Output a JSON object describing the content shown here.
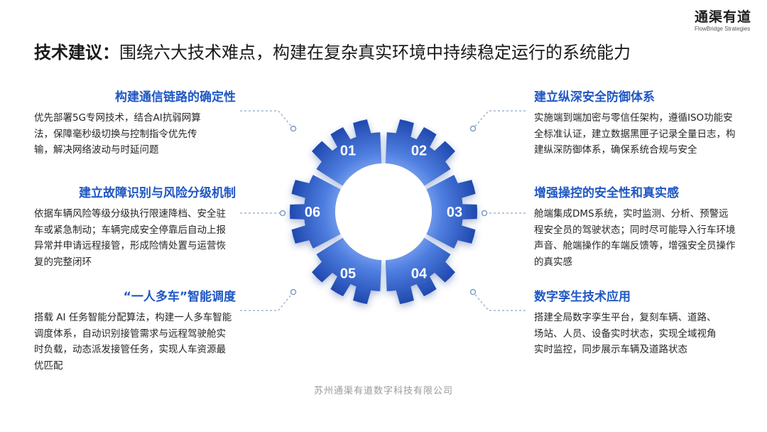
{
  "logo": {
    "name": "通渠有道",
    "subtitle": "FlowBridge Strategies"
  },
  "title": {
    "prefix": "技术建议：",
    "main": "围绕六大技术难点，构建在复杂真实环境中持续稳定运行的系统能力"
  },
  "left_blocks": [
    {
      "heading": "构建通信链路的确定性",
      "body": "优先部署5G专网技术，结合AI抗弱网算法，保障毫秒级切换与控制指令优先传输，解决网络波动与时延问题"
    },
    {
      "heading": "建立故障识别与风险分级机制",
      "body": "依据车辆风险等级分级执行限速降档、安全驻车或紧急制动；车辆完成安全停靠后自动上报异常并申请远程接管，形成险情处置与运营恢复的完整闭环"
    },
    {
      "heading": "“一人多车”智能调度",
      "body": "搭载 AI 任务智能分配算法，构建一人多车智能调度体系，自动识别接管需求与远程驾驶舱实时负载，动态派发接管任务，实现人车资源最优匹配"
    }
  ],
  "right_blocks": [
    {
      "heading": "建立纵深安全防御体系",
      "body": "实施端到端加密与零信任架构，遵循ISO功能安全标准认证，建立数据黑匣子记录全量日志，构建纵深防御体系，确保系统合规与安全"
    },
    {
      "heading": "增强操控的安全性和真实感",
      "body": "舱端集成DMS系统，实时监测、分析、预警远程安全员的驾驶状态；同时尽可能导入行车环境声音、舱端操作的车端反馈等，增强安全员操作的真实感"
    },
    {
      "heading": "数字孪生技术应用",
      "body": "搭建全局数字孪生平台，复刻车辆、道路、场站、人员、设备实时状态，实现全域视角实时监控，同步展示车辆及道路状态"
    }
  ],
  "gear_labels": [
    "01",
    "02",
    "03",
    "04",
    "05",
    "06"
  ],
  "footer": "苏州通渠有道数字科技有限公司",
  "colors": {
    "accent": "#1f57c3",
    "gear_light": "#7ea4f2",
    "gear_dark": "#1e49b4",
    "connector": "#9fb6d4"
  }
}
